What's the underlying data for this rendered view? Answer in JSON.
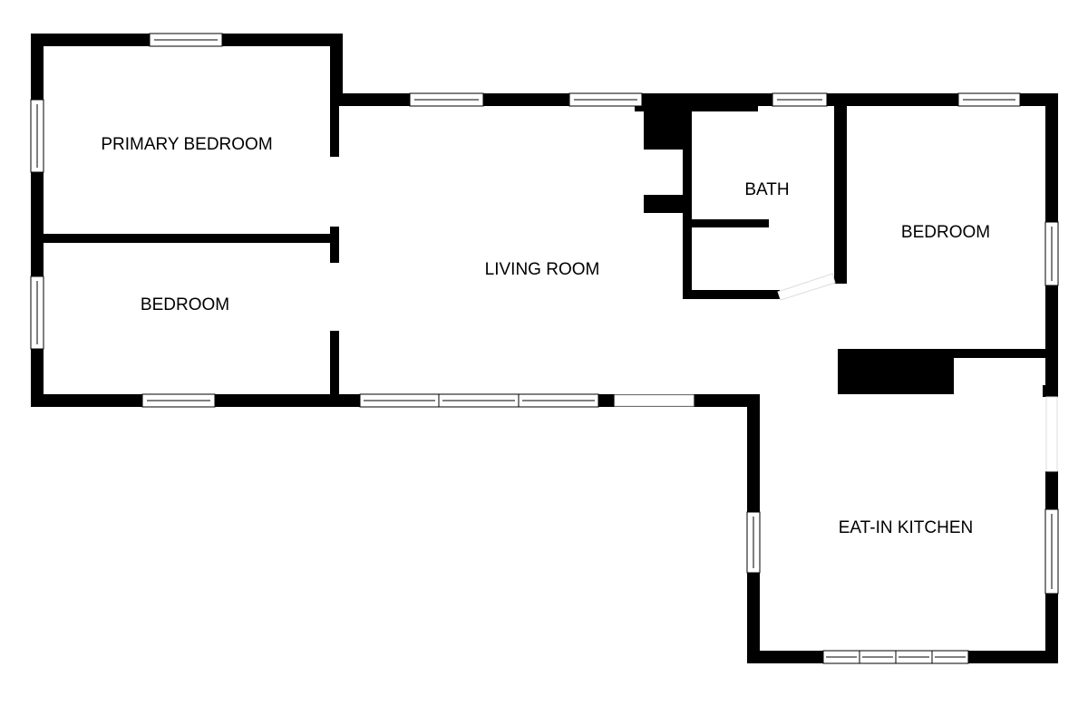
{
  "plan": {
    "rooms": [
      {
        "id": "primary-bedroom",
        "label": "PRIMARY BEDROOM"
      },
      {
        "id": "bedroom-west",
        "label": "BEDROOM"
      },
      {
        "id": "living-room",
        "label": "LIVING ROOM"
      },
      {
        "id": "bath",
        "label": "BATH"
      },
      {
        "id": "bedroom-east",
        "label": "BEDROOM"
      },
      {
        "id": "eat-in-kitchen",
        "label": "EAT-IN KITCHEN"
      }
    ],
    "colors": {
      "wall": "#000000",
      "background": "#ffffff"
    }
  }
}
